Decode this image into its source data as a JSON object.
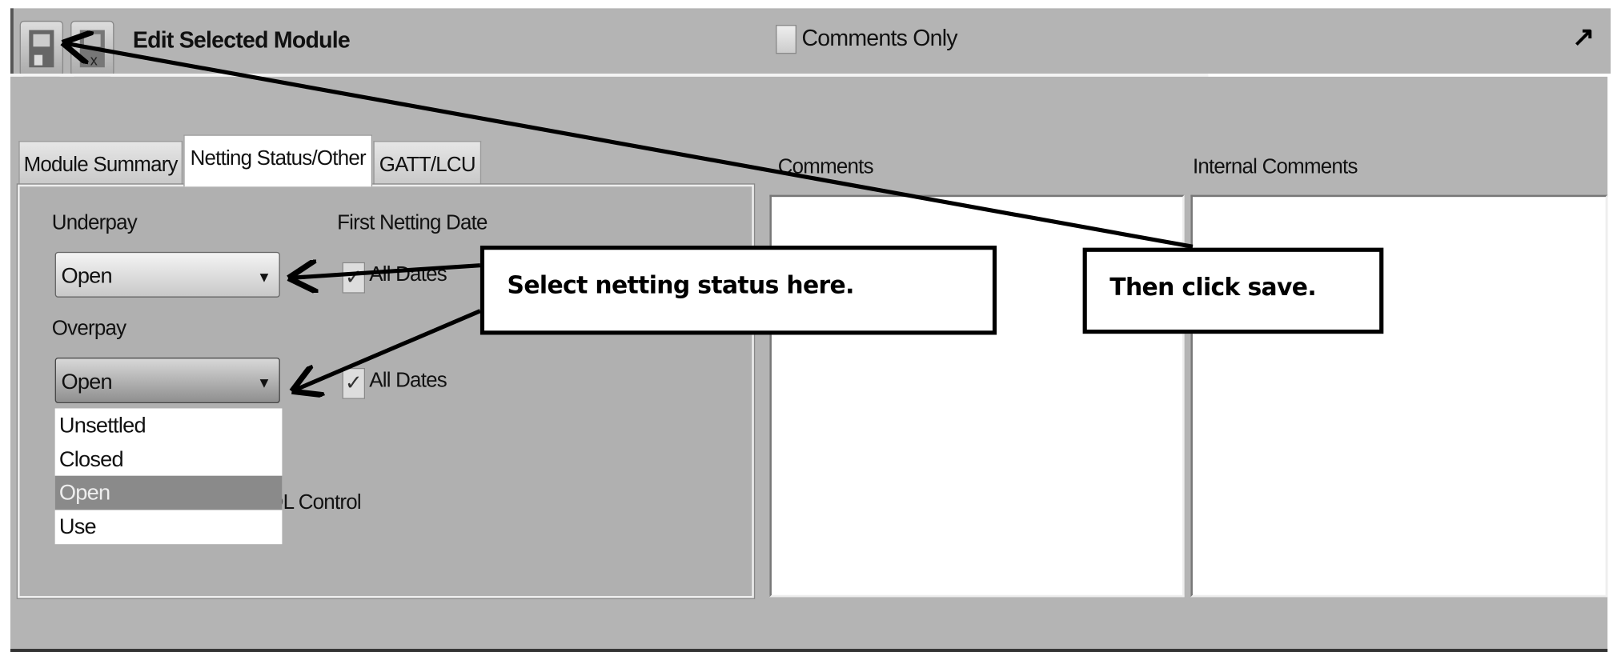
{
  "toolbar": {
    "save_icon": "save-icon",
    "save_close_icon": "save-close-icon",
    "title": "Edit Selected Module",
    "comments_only_label": "Comments Only",
    "comments_only_checked": false,
    "expand_icon": "↗"
  },
  "tabs": [
    {
      "label": "Module Summary",
      "active": false
    },
    {
      "label": "Netting Status/Other",
      "active": true
    },
    {
      "label": "GATT/LCU",
      "active": false
    }
  ],
  "netting": {
    "underpay_label": "Underpay",
    "underpay_value": "Open",
    "overpay_label": "Overpay",
    "overpay_value": "Open",
    "first_netting_date_label": "First Netting Date",
    "all_dates_label_1": "All Dates",
    "all_dates_label_2": "All Dates",
    "check_mark": "✓",
    "dropdown_arrow": "▼",
    "partial_label": "OL Control",
    "overpay_options": [
      "Unsettled",
      "Closed",
      "Open",
      "Use"
    ],
    "overpay_highlighted": "Open"
  },
  "comments": {
    "comments_label": "Comments",
    "internal_comments_label": "Internal Comments"
  },
  "callouts": {
    "select_status": "Select netting status here.",
    "click_save": "Then click save."
  }
}
